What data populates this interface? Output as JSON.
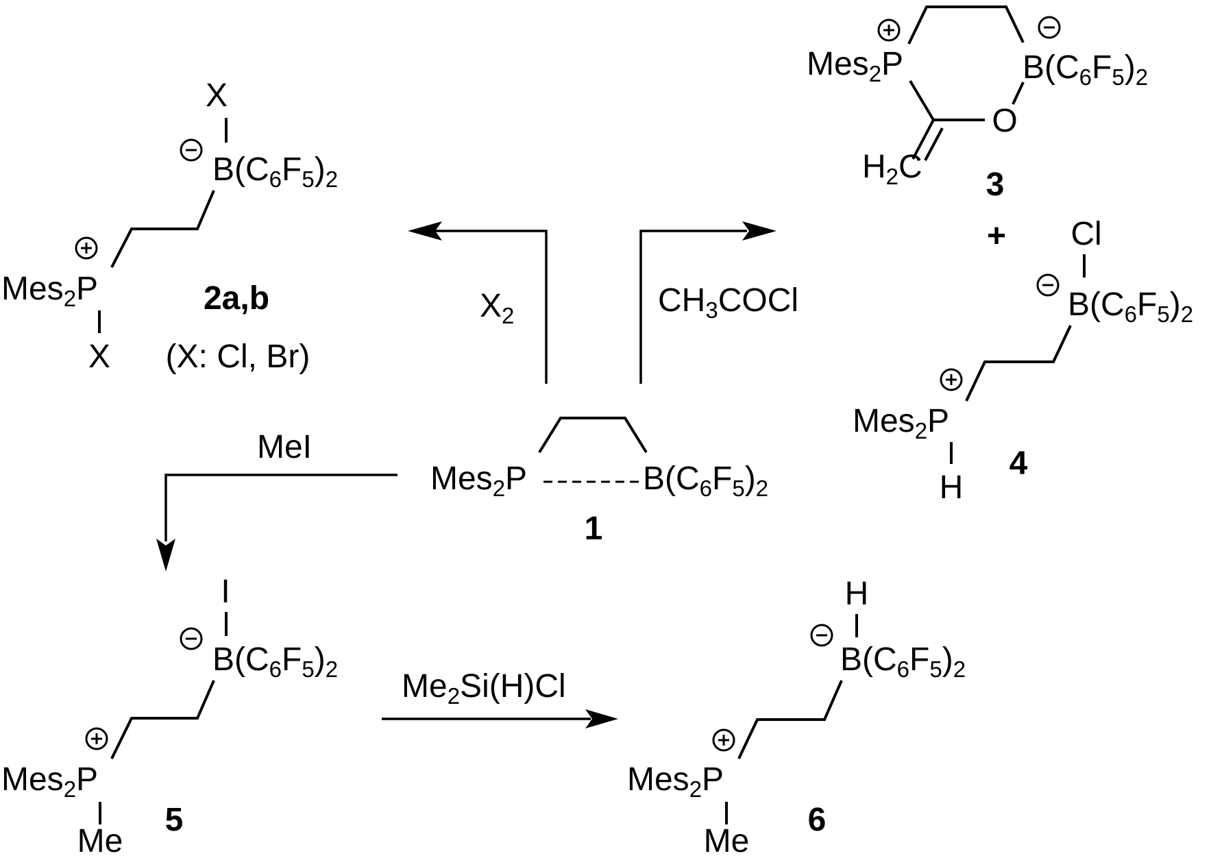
{
  "compounds": {
    "c1": {
      "number": "1",
      "p_group": [
        "Mes",
        "2",
        "P"
      ],
      "b_group": [
        "B(C",
        "6",
        "F",
        "5",
        ")",
        "2"
      ]
    },
    "c2": {
      "number": "2a,b",
      "note": "(X: Cl, Br)",
      "p_group": [
        "Mes",
        "2",
        "P"
      ],
      "b_group": [
        "B(C",
        "6",
        "F",
        "5",
        ")",
        "2"
      ],
      "b_sub": "X",
      "p_sub": "X"
    },
    "c3": {
      "number": "3",
      "p_group": [
        "Mes",
        "2",
        "P"
      ],
      "b_group": [
        "B(C",
        "6",
        "F",
        "5",
        ")",
        "2"
      ],
      "ring_o": "O",
      "methylene": [
        "H",
        "2",
        "C"
      ]
    },
    "c4": {
      "number": "4",
      "p_group": [
        "Mes",
        "2",
        "P"
      ],
      "b_group": [
        "B(C",
        "6",
        "F",
        "5",
        ")",
        "2"
      ],
      "b_sub": "Cl",
      "p_sub": "H"
    },
    "c5": {
      "number": "5",
      "p_group": [
        "Mes",
        "2",
        "P"
      ],
      "b_group": [
        "B(C",
        "6",
        "F",
        "5",
        ")",
        "2"
      ],
      "b_sub": "I",
      "p_sub": "Me"
    },
    "c6": {
      "number": "6",
      "p_group": [
        "Mes",
        "2",
        "P"
      ],
      "b_group": [
        "B(C",
        "6",
        "F",
        "5",
        ")",
        "2"
      ],
      "b_sub": "H",
      "p_sub": "Me"
    }
  },
  "plus_sign": "+",
  "charges": {
    "positive": "+",
    "negative": "−"
  },
  "reagents": {
    "halogen": [
      "X",
      "2"
    ],
    "acetyl_chloride": [
      "CH",
      "3",
      "COCl"
    ],
    "methyl_iodide": "MeI",
    "silane": [
      "Me",
      "2",
      "Si(H)Cl"
    ]
  }
}
